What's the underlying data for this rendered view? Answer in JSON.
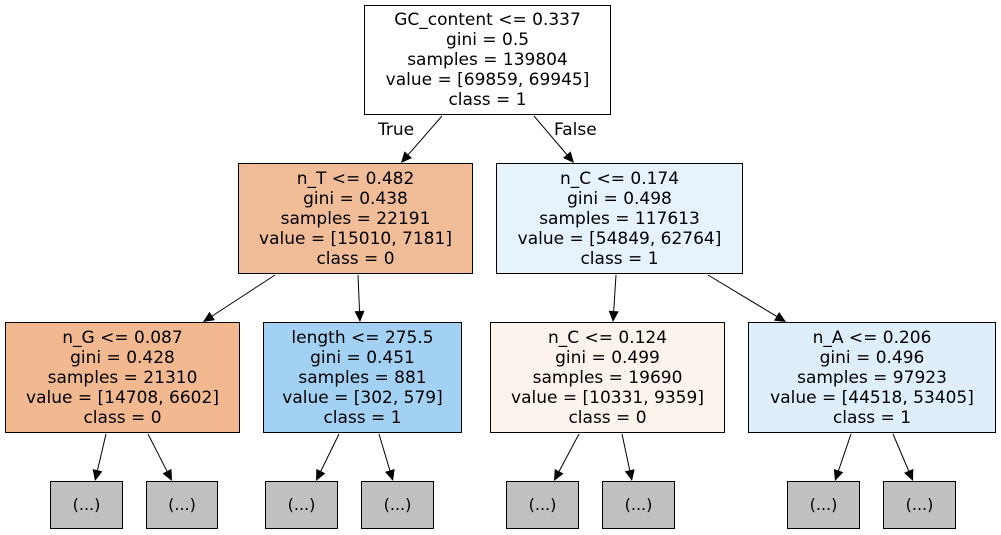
{
  "edge_labels": {
    "true_label": "True",
    "false_label": "False"
  },
  "nodes": {
    "root": {
      "lines": [
        "GC_content <= 0.337",
        "gini = 0.5",
        "samples = 139804",
        "value = [69859, 69945]",
        "class = 1"
      ],
      "fill": "#ffffff"
    },
    "n_t": {
      "lines": [
        "n_T <= 0.482",
        "gini = 0.438",
        "samples = 22191",
        "value = [15010, 7181]",
        "class = 0"
      ],
      "fill": "#f1bd98"
    },
    "n_c": {
      "lines": [
        "n_C <= 0.174",
        "gini = 0.498",
        "samples = 117613",
        "value = [54849, 62764]",
        "class = 1"
      ],
      "fill": "#e6f2fc"
    },
    "n_g": {
      "lines": [
        "n_G <= 0.087",
        "gini = 0.428",
        "samples = 21310",
        "value = [14708, 6602]",
        "class = 0"
      ],
      "fill": "#f2b991"
    },
    "length": {
      "lines": [
        "length <= 275.5",
        "gini = 0.451",
        "samples = 881",
        "value = [302, 579]",
        "class = 1"
      ],
      "fill": "#a2d1f3"
    },
    "n_c2": {
      "lines": [
        "n_C <= 0.124",
        "gini = 0.499",
        "samples = 19690",
        "value = [10331, 9359]",
        "class = 0"
      ],
      "fill": "#fdf3ed"
    },
    "n_a": {
      "lines": [
        "n_A <= 0.206",
        "gini = 0.496",
        "samples = 97923",
        "value = [44518, 53405]",
        "class = 1"
      ],
      "fill": "#deeefb"
    }
  },
  "truncated_label": "(...)",
  "truncated_fill": "#c0c0c0",
  "edge_color": "#000000"
}
